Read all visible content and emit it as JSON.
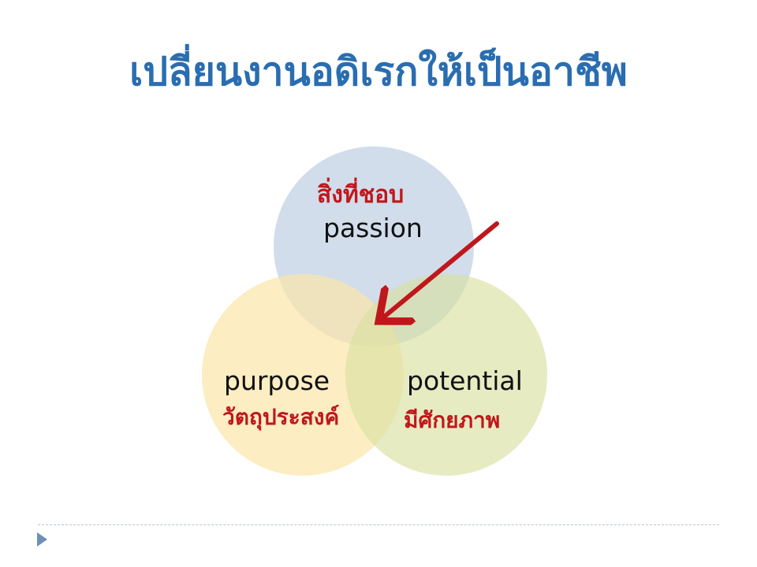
{
  "slide": {
    "title": "เปลี่ยนงานอดิเรกให้เป็นอาชีพ"
  },
  "venn": {
    "passion": {
      "label_th": "สิ่งที่ชอบ",
      "label_en": "passion",
      "fill": "#c9d7e6"
    },
    "purpose": {
      "label_en": "purpose",
      "label_th": "วัตถุประสงค์",
      "fill": "#fbe7b0"
    },
    "potential": {
      "label_en": "potential",
      "label_th": "มีศักยภาพ",
      "fill": "#dfe5b2"
    },
    "arrow_color": "#c0171c"
  },
  "colors": {
    "title": "#2a6db0",
    "thai_labels": "#c0171c",
    "english_labels": "#111111",
    "footer_marker": "#6f8fb7"
  }
}
